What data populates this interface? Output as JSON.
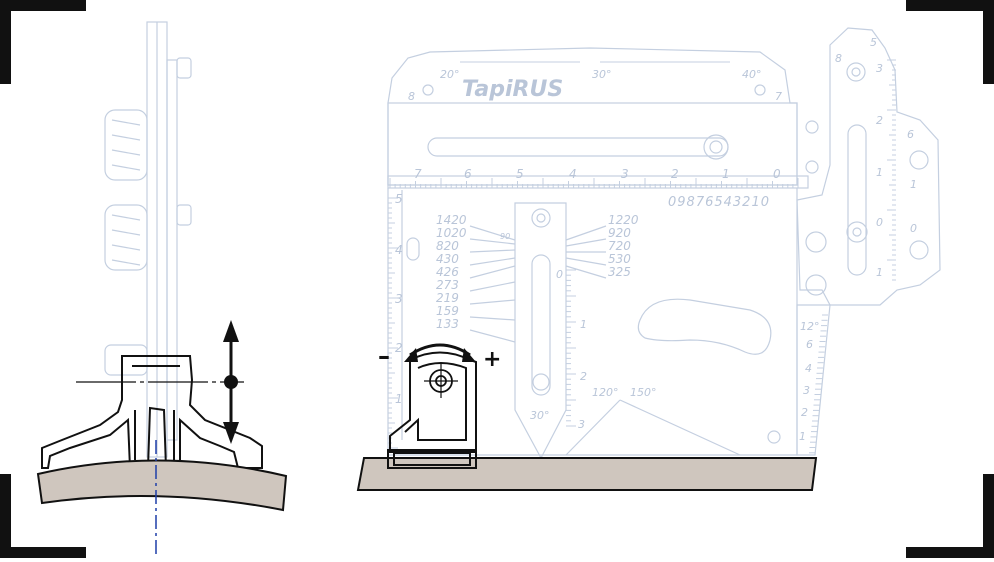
{
  "brand": "TapiRUS",
  "top_scale": {
    "angles": [
      "20°",
      "30°",
      "40°"
    ],
    "corner_numbers": [
      "8",
      "7"
    ]
  },
  "main_scale": {
    "numbers": [
      "7",
      "6",
      "5",
      "4",
      "3",
      "2",
      "1",
      "0"
    ],
    "digit_strip": "09876543210"
  },
  "left_scale_numbers": [
    "5",
    "4",
    "3",
    "2",
    "1"
  ],
  "left_table": [
    "1420",
    "1020",
    "820",
    "430",
    "426",
    "273",
    "219",
    "159",
    "133"
  ],
  "right_table": [
    "1220",
    "920",
    "720",
    "530",
    "325"
  ],
  "center_mark": "90",
  "center_scale_numbers": [
    "0",
    "1",
    "2",
    "3"
  ],
  "angle_labels": [
    "120°",
    "150°",
    "30°"
  ],
  "side_plate": {
    "left_numbers": [
      "5",
      "8",
      "3",
      "2",
      "1",
      "0",
      "1"
    ],
    "right_numbers": [
      "6",
      "1",
      "0"
    ]
  },
  "right_angle_scale": [
    "12°",
    "6",
    "4",
    "3",
    "2",
    "1"
  ],
  "adjust_signs": {
    "minus": "–",
    "plus": "+"
  }
}
